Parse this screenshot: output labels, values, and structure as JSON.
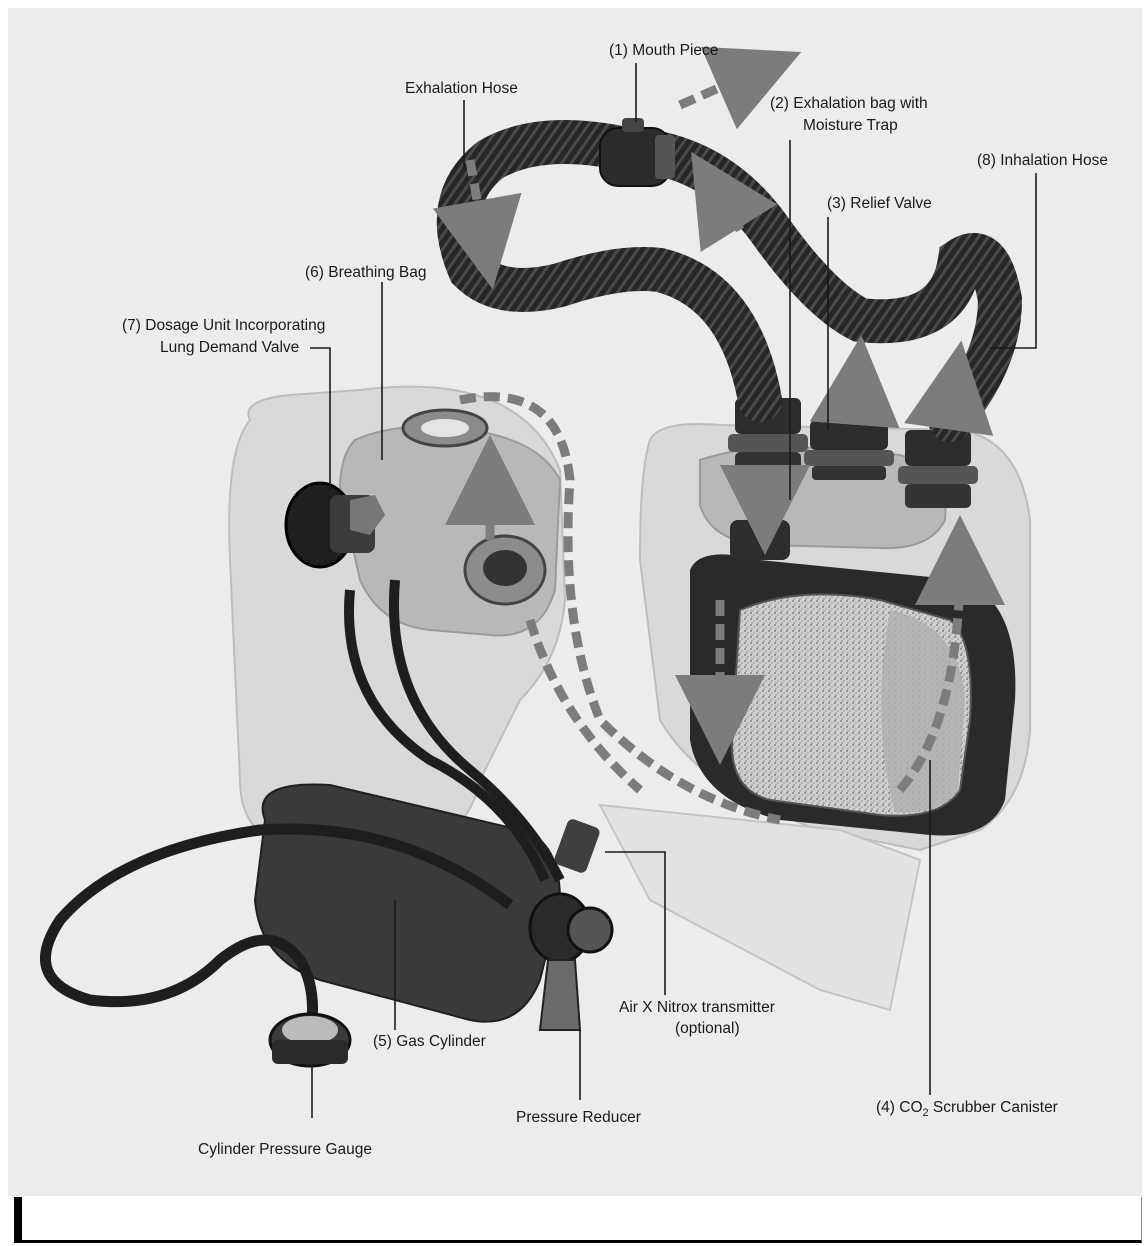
{
  "labels": {
    "mouth_piece": "(1) Mouth Piece",
    "exhalation_hose": "Exhalation Hose",
    "exhalation_bag_line1": "(2) Exhalation bag with",
    "exhalation_bag_line2": "Moisture Trap",
    "inhalation_hose": "(8) Inhalation Hose",
    "relief_valve": "(3) Relief Valve",
    "breathing_bag": "(6) Breathing Bag",
    "dosage_unit_line1": "(7) Dosage Unit Incorporating",
    "dosage_unit_line2": "Lung Demand Valve",
    "transmitter_line1": "Air X Nitrox transmitter",
    "transmitter_line2": "(optional)",
    "gas_cylinder": "(5) Gas Cylinder",
    "pressure_reducer": "Pressure Reducer",
    "scrubber_prefix": "(4) CO",
    "scrubber_sub": "2",
    "scrubber_suffix": " Scrubber Canister",
    "cylinder_gauge": "Cylinder Pressure Gauge"
  },
  "colors": {
    "background": "#ececec",
    "housing": "#d9d9d9",
    "housing_shadow": "#bdbdbd",
    "bag": "#b8b8b8",
    "dark": "#222222",
    "arrow": "#7c7c7c"
  }
}
